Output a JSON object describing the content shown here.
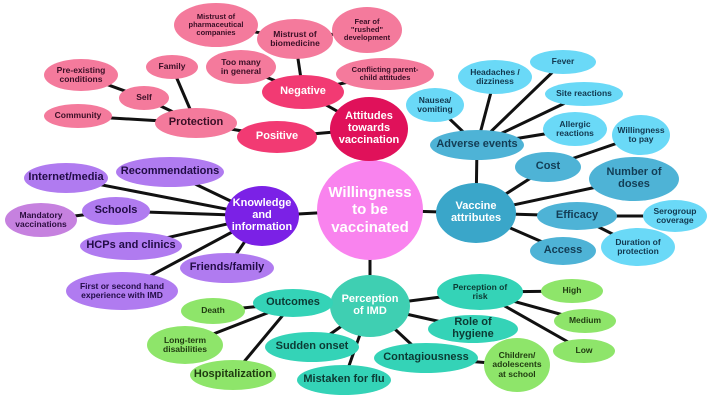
{
  "colors": {
    "center": "#f983ee",
    "attitudes": "#e0115a",
    "attitudes_text": "#ffffff",
    "negative": "#f23a73",
    "positive": "#f23a73",
    "pink_mid_text": "#ffffff",
    "pink_light": "#f47a9c",
    "pink_light_text": "#3a0f26",
    "vaccine": "#3aa6c9",
    "vaccine_text": "#ffffff",
    "blue_mid": "#4eb3d6",
    "blue_mid_text": "#133d55",
    "blue_light": "#6ad9f7",
    "blue_light_text": "#12384f",
    "knowledge": "#7b21e6",
    "knowledge_text": "#ffffff",
    "purple_mid": "#b07bf0",
    "purple_mid_text": "#220c46",
    "purple_light": "#c681df",
    "purple_light_text": "#2b0d3f",
    "perception": "#3fcfb2",
    "perception_text": "#ffffff",
    "teal_mid": "#34d3b7",
    "teal_mid_text": "#0c3a33",
    "green_light": "#8ee56a",
    "green_light_text": "#1f3a10"
  },
  "diagram": {
    "center": "Willingness\nto be\nvaccinated",
    "attitudes": {
      "label": "Attitudes\ntowards\nvaccination",
      "negative": "Negative",
      "positive": "Positive",
      "protection": "Protection",
      "mistrust_biomedicine": "Mistrust of\nbiomedicine",
      "mistrust_pharma": "Mistrust of\npharmaceutical\ncompanies",
      "fear_rushed": "Fear of\n\"rushed\"\ndevelopment",
      "too_many": "Too many\nin general",
      "conflicting": "Conflicting parent-\nchild attitudes",
      "family": "Family",
      "self": "Self",
      "pre_existing": "Pre-existing\nconditions",
      "community": "Community"
    },
    "vaccine": {
      "label": "Vaccine\nattributes",
      "adverse_events": "Adverse events",
      "nausea": "Nausea/\nvomiting",
      "headaches": "Headaches /\ndizziness",
      "fever": "Fever",
      "site_reactions": "Site reactions",
      "allergic": "Allergic\nreactions",
      "cost": "Cost",
      "willingness_pay": "Willingness\nto pay",
      "number_doses": "Number of\ndoses",
      "efficacy": "Efficacy",
      "serogroup": "Serogroup\ncoverage",
      "duration": "Duration of\nprotection",
      "access": "Access"
    },
    "knowledge": {
      "label": "Knowledge\nand\ninformation",
      "internet": "Internet/media",
      "recommendations": "Recommendations",
      "schools": "Schools",
      "mandatory": "Mandatory\nvaccinations",
      "hcps": "HCPs and clinics",
      "friends": "Friends/family",
      "experience": "First or second hand\nexperience with IMD"
    },
    "perception": {
      "label": "Perception\nof IMD",
      "outcomes": "Outcomes",
      "death": "Death",
      "long_term": "Long-term\ndisabilities",
      "hospitalization": "Hospitalization",
      "sudden_onset": "Sudden onset",
      "mistaken_flu": "Mistaken for flu",
      "contagiousness": "Contagiousness",
      "children": "Children/\nadolescents\nat school",
      "role_hygiene": "Role of hygiene",
      "perception_risk": "Perception of\nrisk",
      "high": "High",
      "medium": "Medium",
      "low": "Low"
    }
  }
}
